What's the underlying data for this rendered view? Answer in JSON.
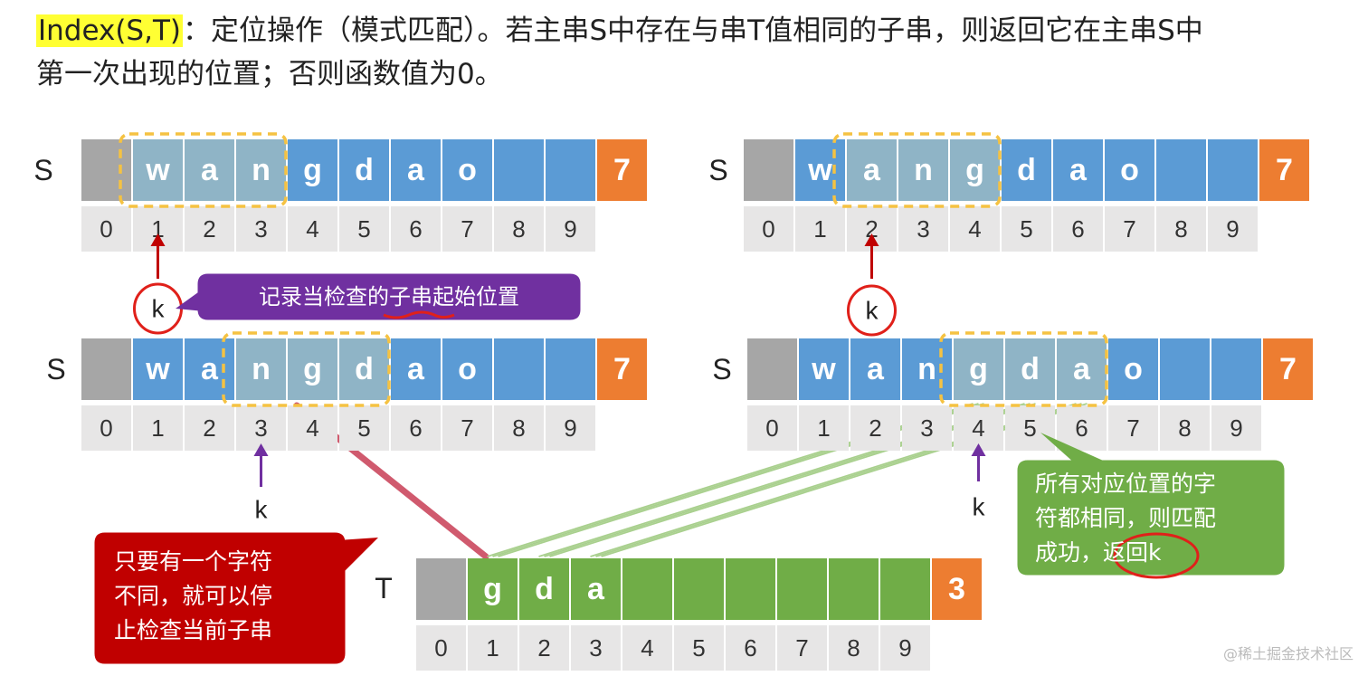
{
  "header": {
    "func": "Index(S,T)",
    "line1": "：定位操作（模式匹配）。若主串S中存在与串T值相同的子串，则返回它在主串S中",
    "line2": "第一次出现的位置；否则函数值为0。"
  },
  "main_label": "S",
  "pattern_label": "T",
  "pointer_label": "k",
  "main_chars": [
    "w",
    "a",
    "n",
    "g",
    "d",
    "a",
    "o"
  ],
  "main_length": "7",
  "pattern_chars": [
    "g",
    "d",
    "a"
  ],
  "pattern_length": "3",
  "indices": [
    "0",
    "1",
    "2",
    "3",
    "4",
    "5",
    "6",
    "7",
    "8",
    "9"
  ],
  "panels": [
    {
      "k": 1,
      "pattern_len": 3
    },
    {
      "k": 2,
      "pattern_len": 3
    },
    {
      "k": 3,
      "pattern_len": 3
    },
    {
      "k": 4,
      "pattern_len": 3
    }
  ],
  "callouts": {
    "record_pos": "记录当检查的子串起始位置",
    "mismatch_lines": [
      "只要有一个字符",
      "不同，就可以停",
      "止检查当前子串"
    ],
    "match_line1": "所有对应位置的字",
    "match_line2": "符都相同，则匹配",
    "match_line3_prefix": "成功，",
    "match_line3_highlight": "返回k"
  },
  "watermark": "@稀土掘金技术社区",
  "colors": {
    "main_cell": "#5b9bd5",
    "highlight_cell": "#8fb4c6",
    "pattern_cell": "#70ad47",
    "length_cell": "#ed7d31",
    "empty_cell": "#a6a6a6",
    "index_cell": "#e7e6e6",
    "dashed_frame": "#f5c242",
    "pointer_red": "#c00000",
    "pointer_purple": "#7030a0",
    "callout_purple": "#7030a0",
    "callout_red": "#c00000",
    "callout_green": "#70ad47",
    "ink_circle": "#e0201a"
  }
}
